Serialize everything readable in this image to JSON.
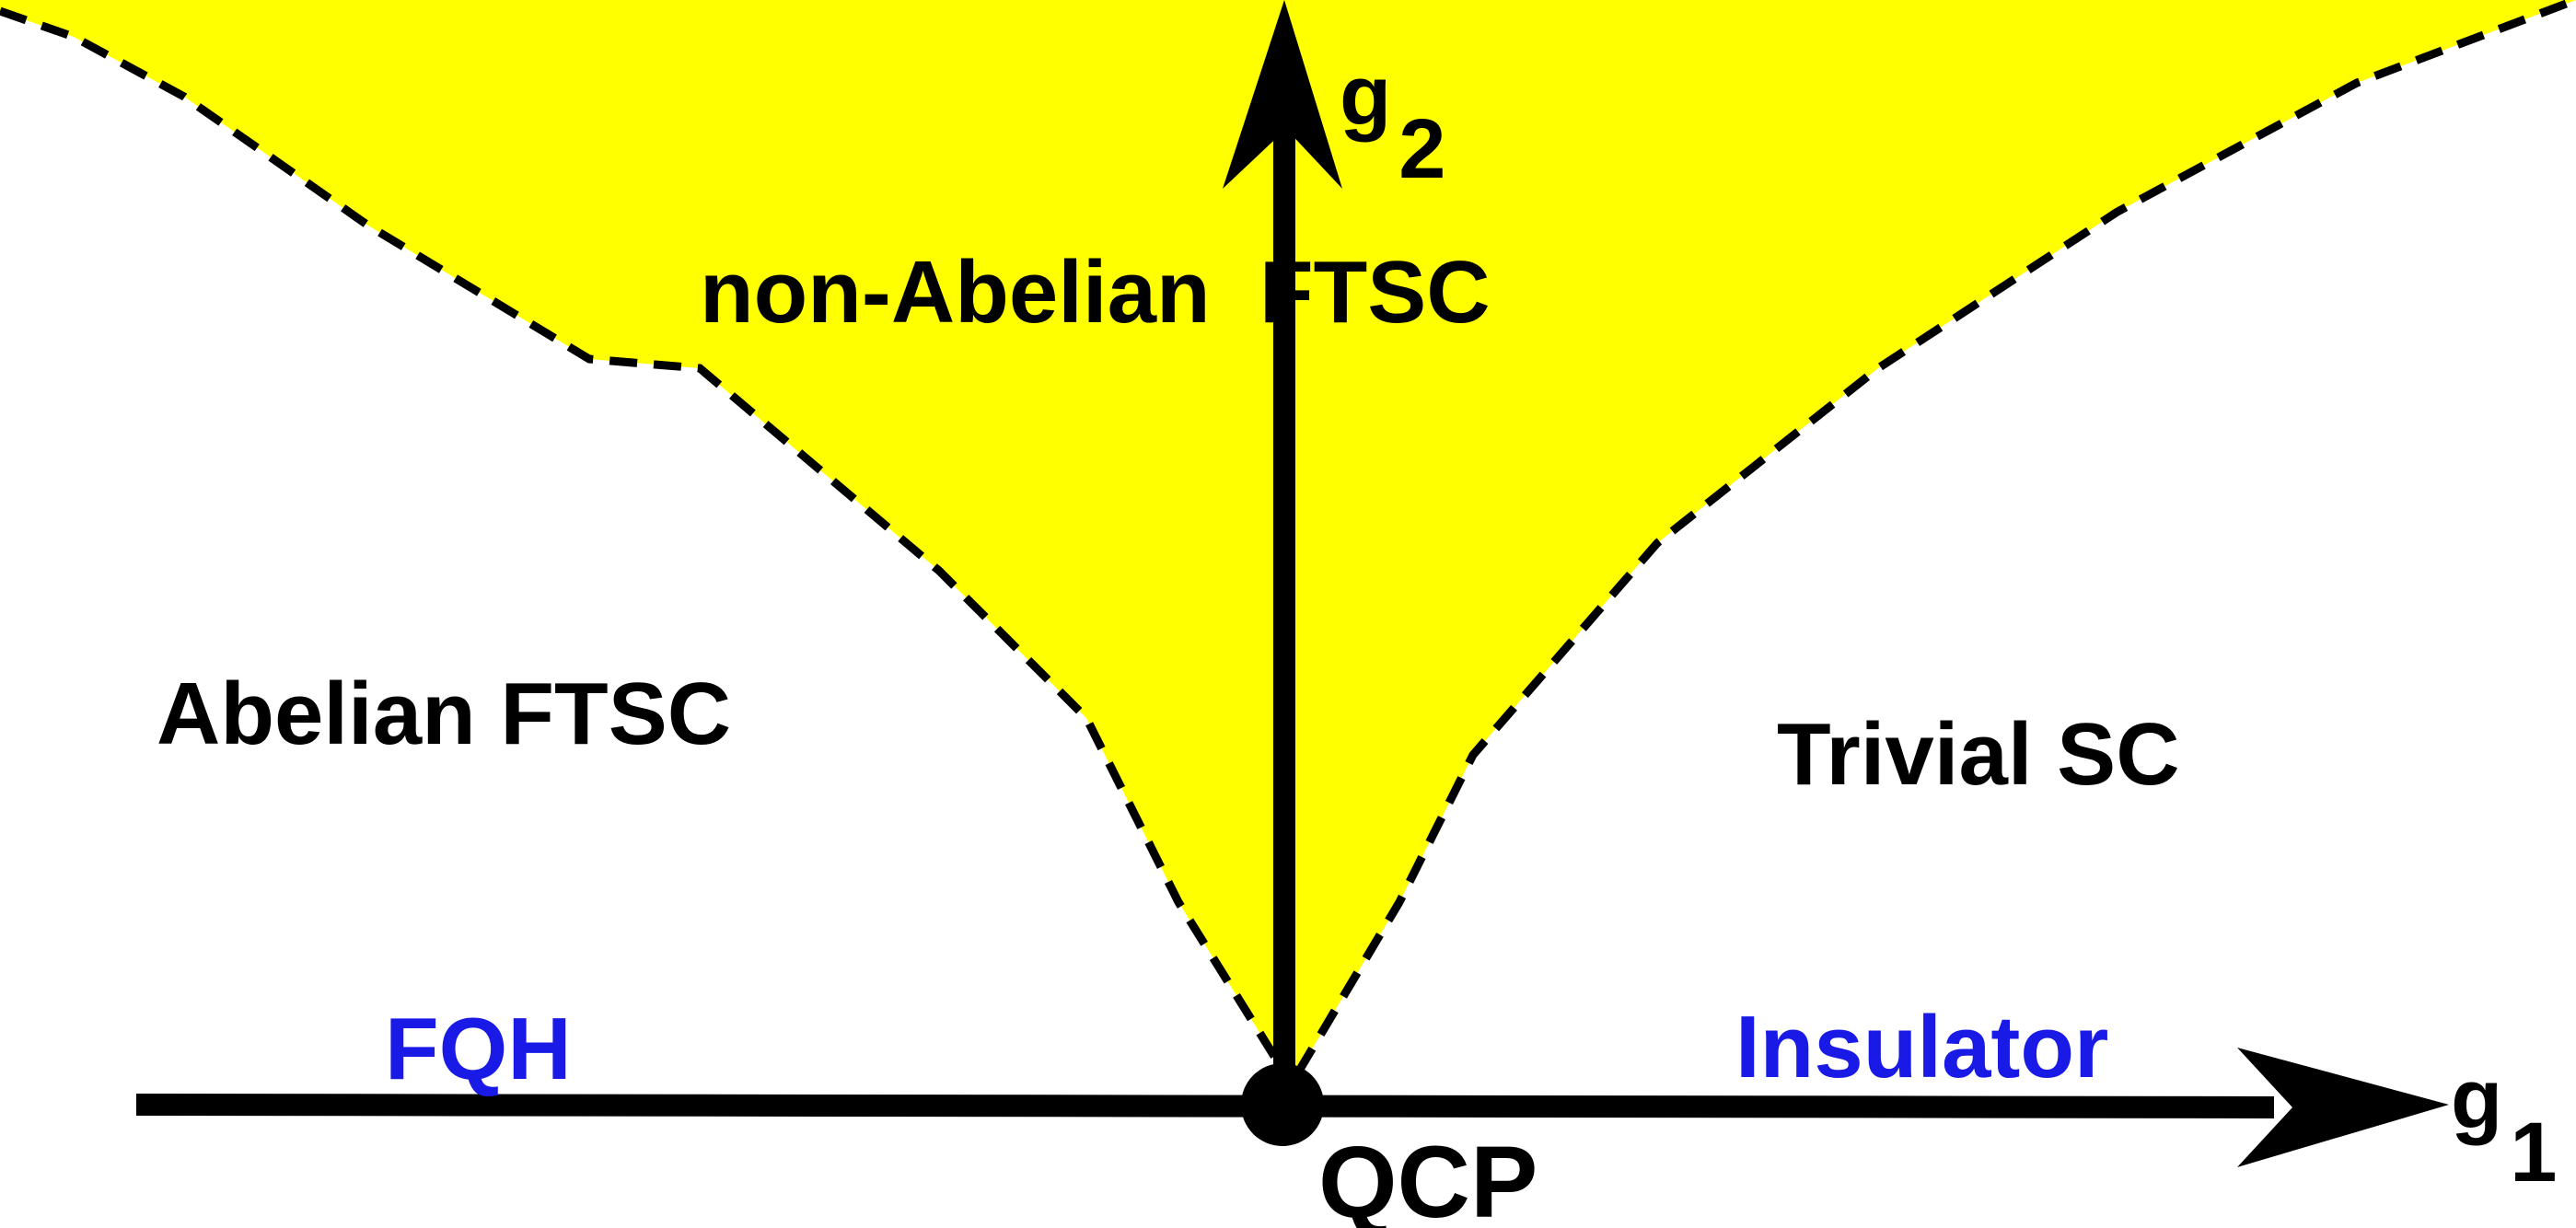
{
  "colors": {
    "region_fill": "#ffff00",
    "boundary": "#000000",
    "axis": "#000000",
    "phase_text": "#000000",
    "line_phase_text": "#1a1ae6"
  },
  "axes": {
    "vertical": {
      "symbol": "g",
      "subscript": "2"
    },
    "horizontal": {
      "symbol": "g",
      "subscript": "1"
    }
  },
  "regions": {
    "top": "non-Abelian  FTSC",
    "left": "Abelian FTSC",
    "right": "Trivial SC"
  },
  "axis_phases": {
    "left": "FQH",
    "right": "Insulator"
  },
  "critical_point": "QCP"
}
